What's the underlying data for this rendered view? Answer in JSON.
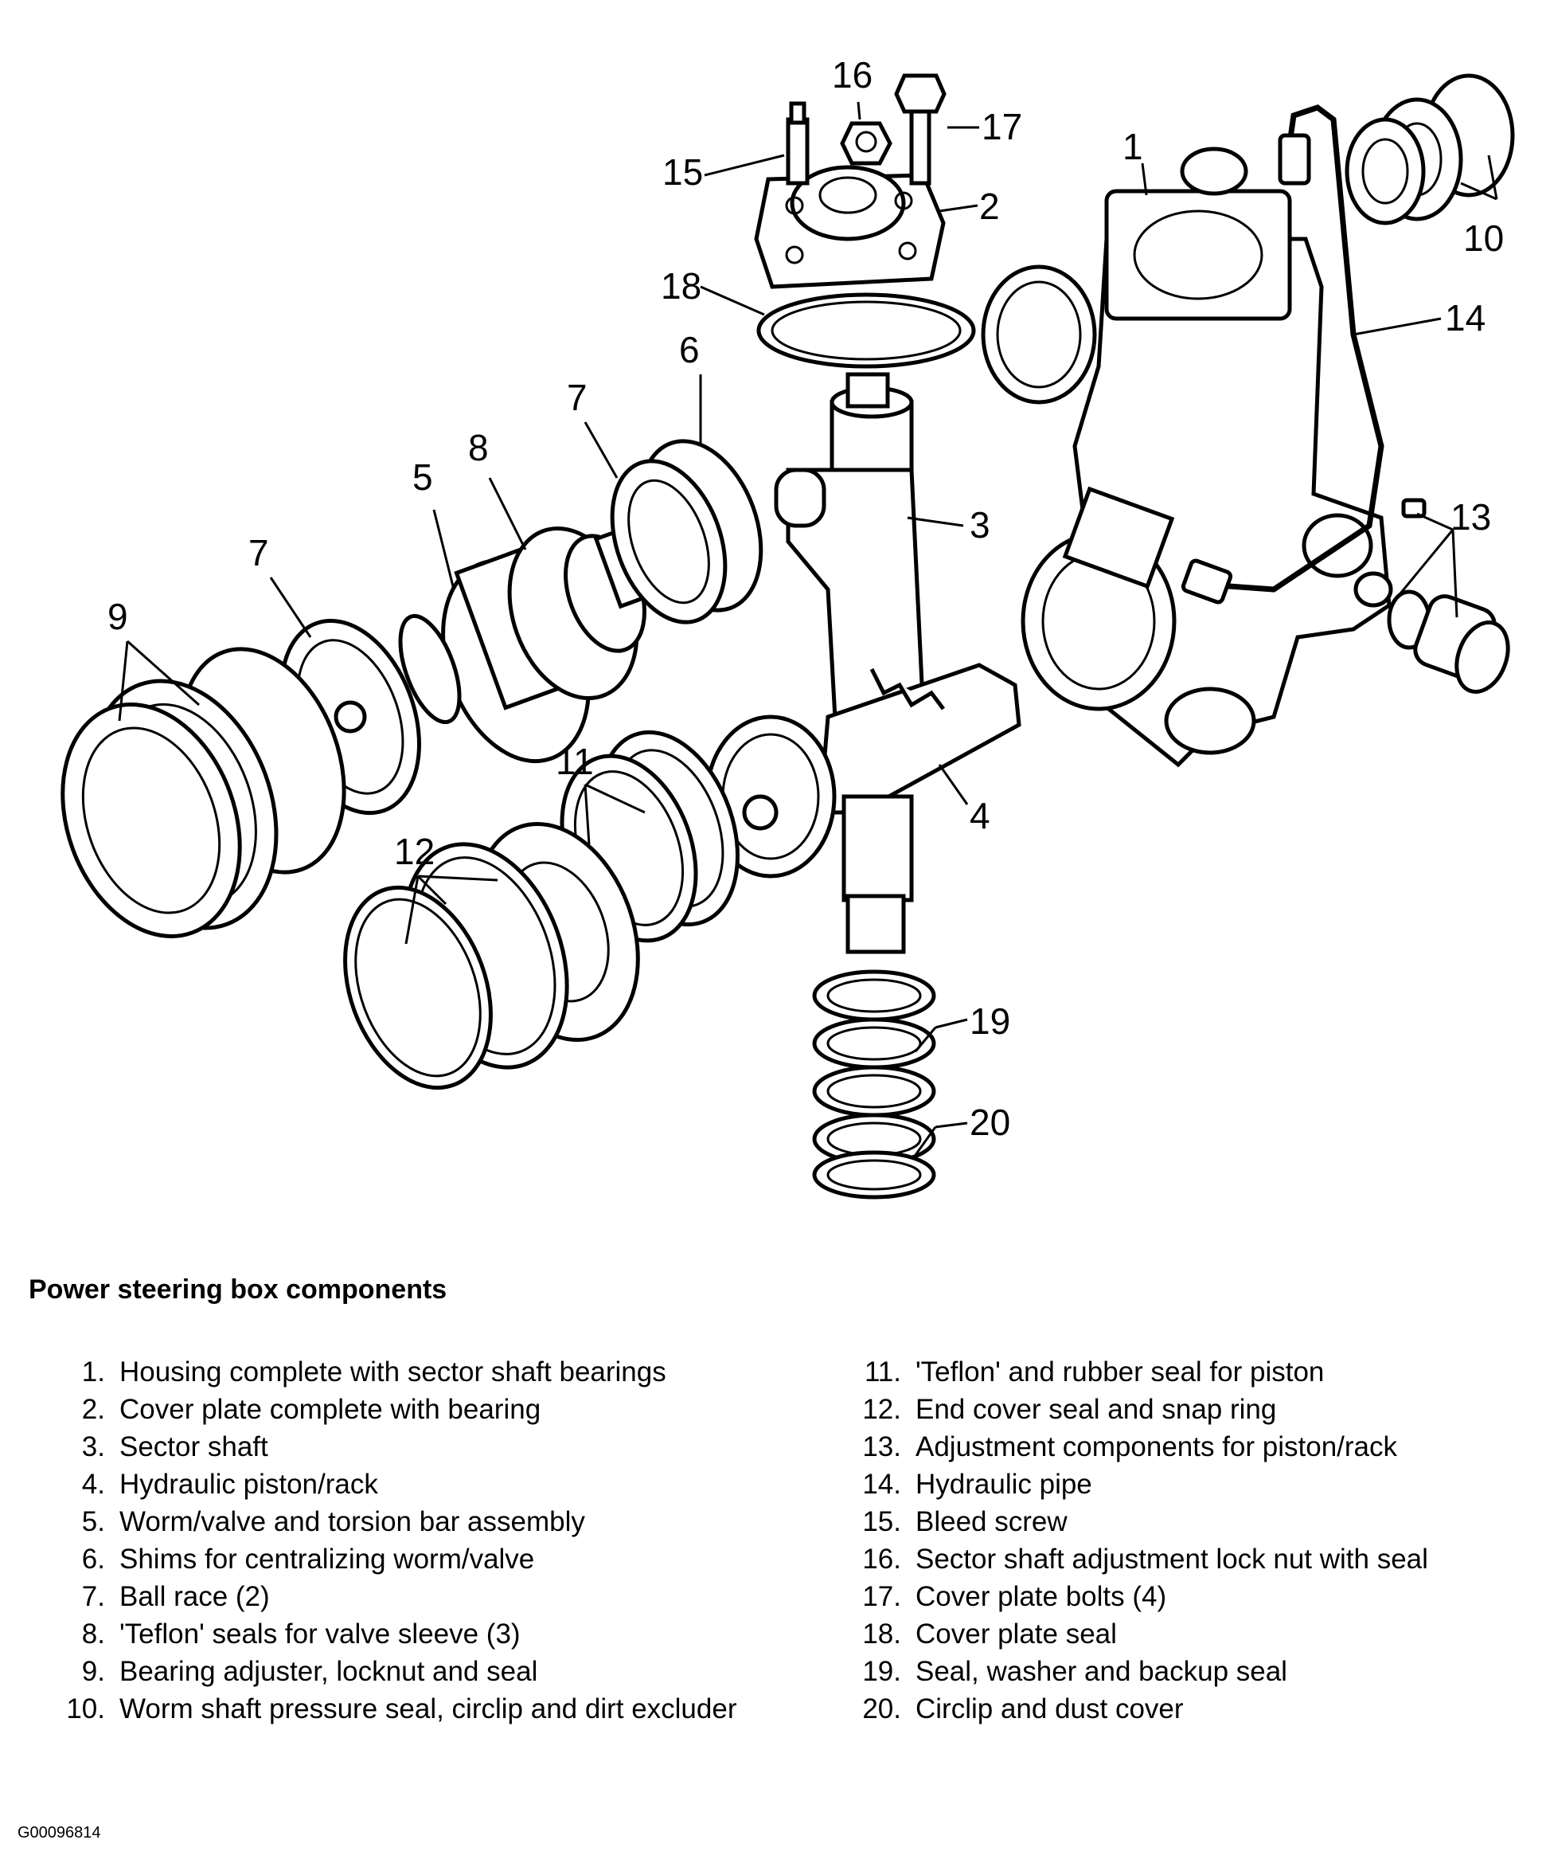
{
  "callouts": [
    "1",
    "2",
    "3",
    "4",
    "5",
    "6",
    "7",
    "7",
    "8",
    "9",
    "10",
    "11",
    "12",
    "13",
    "14",
    "15",
    "16",
    "17",
    "18",
    "19",
    "20"
  ],
  "title": "Power steering box components",
  "legend_left": [
    {
      "num": "1.",
      "text": "Housing complete with sector shaft bearings"
    },
    {
      "num": "2.",
      "text": "Cover plate complete with bearing"
    },
    {
      "num": "3.",
      "text": "Sector shaft"
    },
    {
      "num": "4.",
      "text": "Hydraulic piston/rack"
    },
    {
      "num": "5.",
      "text": "Worm/valve and torsion bar assembly"
    },
    {
      "num": "6.",
      "text": "Shims for centralizing worm/valve"
    },
    {
      "num": "7.",
      "text": "Ball race (2)"
    },
    {
      "num": "8.",
      "text": "'Teflon' seals for valve sleeve (3)"
    },
    {
      "num": "9.",
      "text": "Bearing adjuster, locknut and seal"
    },
    {
      "num": "10.",
      "text": "Worm shaft pressure seal, circlip and dirt excluder"
    }
  ],
  "legend_right": [
    {
      "num": "11.",
      "text": "'Teflon' and rubber seal for piston"
    },
    {
      "num": "12.",
      "text": "End cover seal and snap ring"
    },
    {
      "num": "13.",
      "text": "Adjustment components for piston/rack"
    },
    {
      "num": "14.",
      "text": "Hydraulic pipe"
    },
    {
      "num": "15.",
      "text": "Bleed screw"
    },
    {
      "num": "16.",
      "text": "Sector shaft adjustment lock nut with seal"
    },
    {
      "num": "17.",
      "text": "Cover plate bolts (4)"
    },
    {
      "num": "18.",
      "text": "Cover plate seal"
    },
    {
      "num": "19.",
      "text": "Seal, washer and backup seal"
    },
    {
      "num": "20.",
      "text": "Circlip and dust cover"
    }
  ],
  "figure_id": "G00096814"
}
